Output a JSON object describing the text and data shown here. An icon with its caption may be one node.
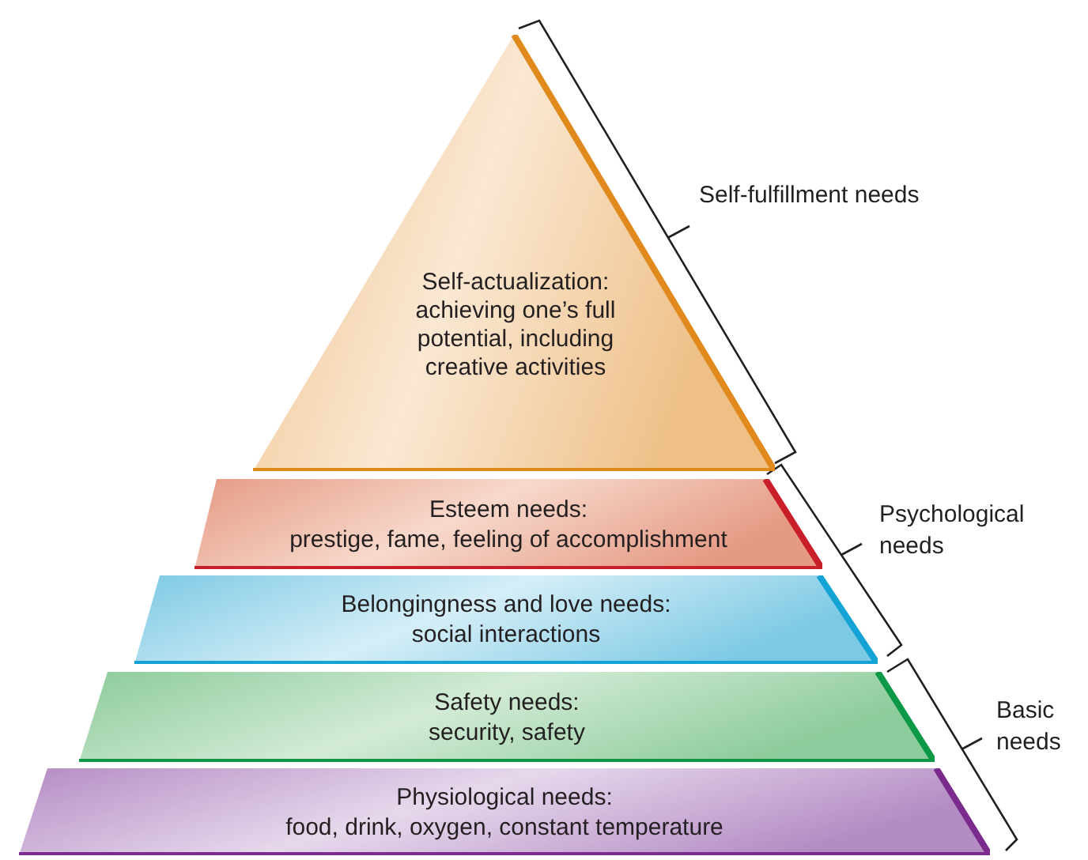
{
  "diagram": {
    "nodes": [
      {
        "text": [
          "Self-actualization:",
          "achieving one’s full potential, including creative activities"
        ]
      },
      {
        "text": [
          "Esteem needs:",
          "prestige, fame, feeling of accomplishment"
        ]
      },
      {
        "text": [
          "Belongingness and love needs:",
          "social interactions"
        ]
      },
      {
        "text": [
          "Safety needs:",
          "security, safety"
        ]
      },
      {
        "text": [
          "Physiological needs:",
          "food, drink, oxygen, constant temperature"
        ]
      }
    ],
    "labels": [
      "Self-fulfillment needs",
      "Psychological needs",
      "Basic needs"
    ]
  }
}
